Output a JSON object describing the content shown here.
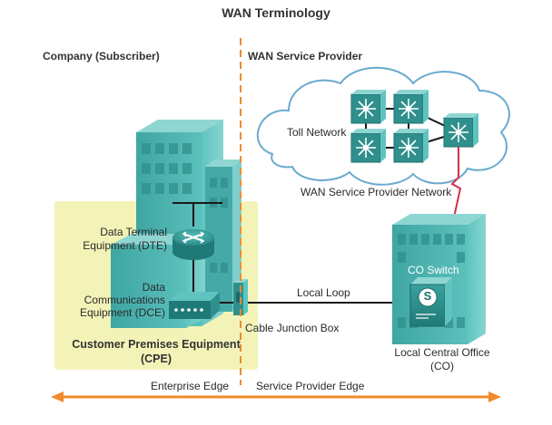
{
  "title": "WAN Terminology",
  "sides": {
    "company": "Company (Subscriber)",
    "provider": "WAN Service Provider"
  },
  "labels": {
    "toll_network": "Toll Network",
    "provider_network": "WAN Service Provider Network",
    "dte": [
      "Data Terminal",
      "Equipment (DTE)"
    ],
    "dce": [
      "Data",
      "Communications",
      "Equipment (DCE)"
    ],
    "cpe": [
      "Customer Premises Equipment",
      "(CPE)"
    ],
    "local_loop": "Local Loop",
    "cable_junction": "Cable Junction Box",
    "co_switch": "CO Switch",
    "co_switch_glyph": "S",
    "local_co": [
      "Local Central Office",
      "(CO)"
    ]
  },
  "edges": {
    "enterprise": "Enterprise Edge",
    "provider": "Service Provider Edge"
  },
  "colors": {
    "divider": "#f08a2c",
    "edge_arrow": "#f08a2c",
    "cpe_highlight": "#f3f3b8",
    "building": "#4db3b0",
    "building_dark": "#2f8f8c",
    "device": "#2f8f8c",
    "serial_link": "#d6304a",
    "cloud_stroke": "#6aa9cf"
  },
  "icons": [
    "router-icon",
    "modem-icon",
    "multilayer-switch-icon",
    "co-switch-icon",
    "junction-box-icon",
    "cloud-icon",
    "serial-link-icon"
  ]
}
